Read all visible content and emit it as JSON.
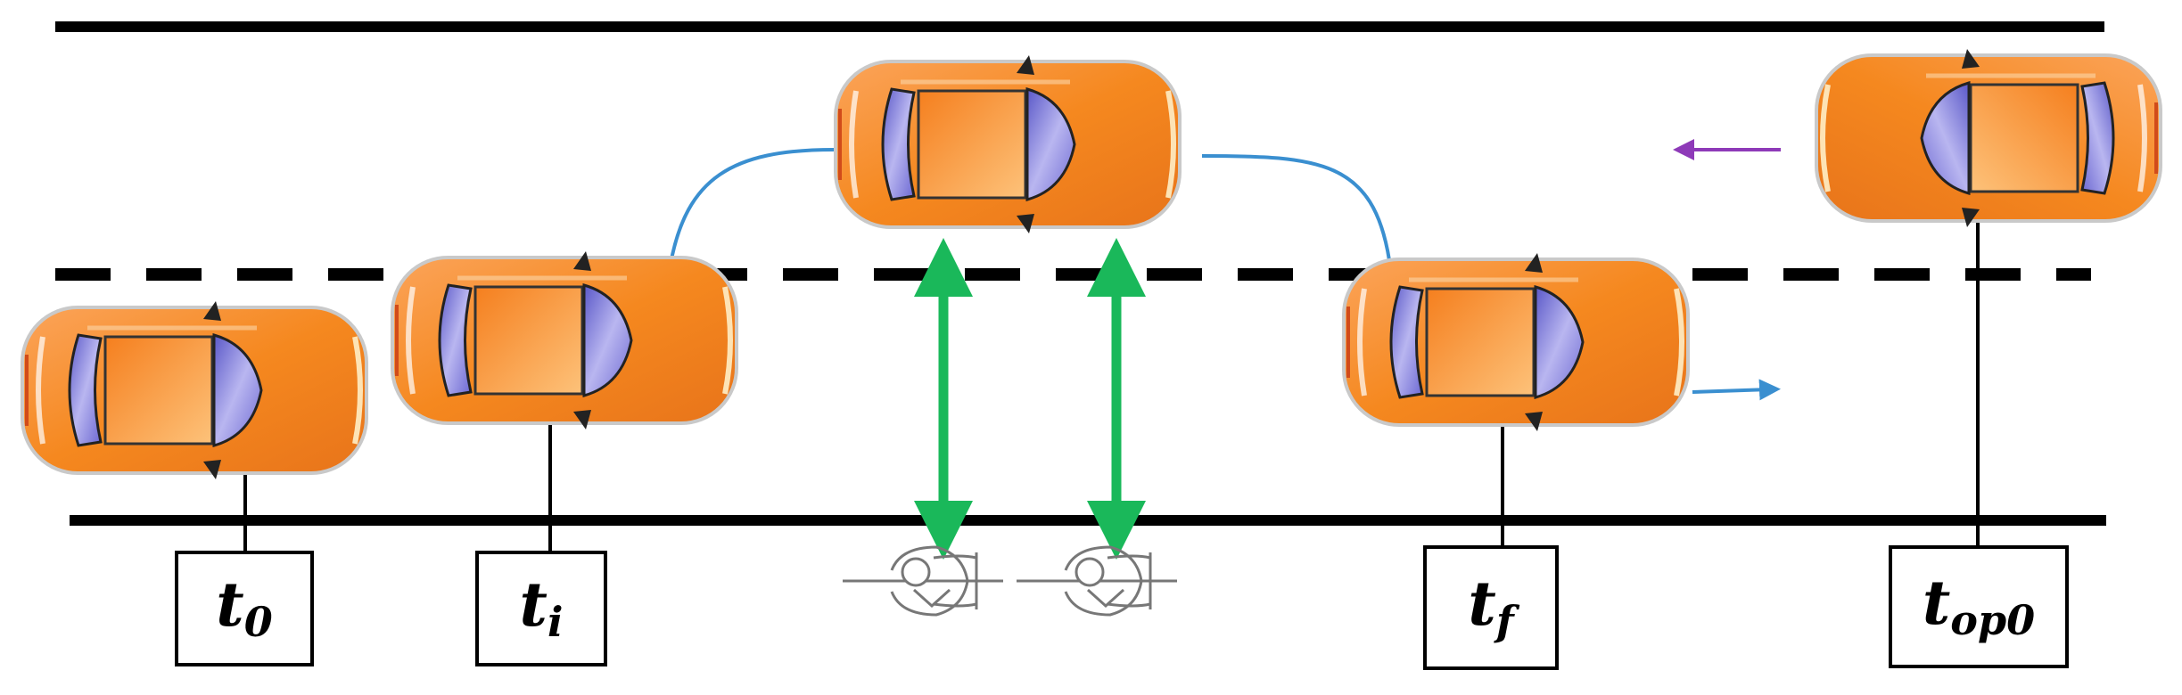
{
  "colors": {
    "road_line": "#000000",
    "car_body": "#f5881f",
    "car_body_dark": "#e0731a",
    "car_highlight": "#fbb36b",
    "window": "#7b78d8",
    "roof": "#f59a3c",
    "trajectory": "#3a8fd0",
    "bike_arrow": "#1ab85a",
    "ego_direction_arrow": "#3a8fd0",
    "oncoming_direction_arrow": "#8e3ab8"
  },
  "icons": {
    "car": "car-top-view-icon",
    "bicycle": "bicycle-top-view-icon",
    "arrow": "arrow-icon"
  },
  "labels": {
    "t0": {
      "base": "t",
      "sub": "0"
    },
    "ti": {
      "base": "t",
      "sub": "i"
    },
    "tf": {
      "base": "t",
      "sub": "f"
    },
    "top0": {
      "base": "t",
      "sub": "op0"
    }
  }
}
